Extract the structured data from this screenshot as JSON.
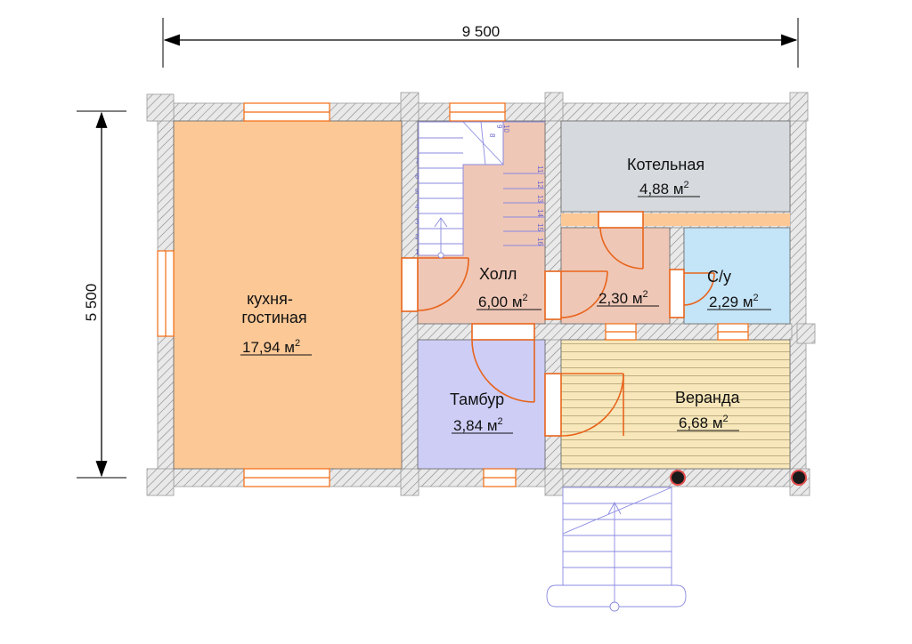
{
  "dimensions": {
    "width": "9 500",
    "height": "5 500"
  },
  "rooms": {
    "kitchen": {
      "name_line1": "кухня-",
      "name_line2": "гостиная",
      "area": "17,94",
      "unit": "м",
      "power": "2"
    },
    "hall": {
      "name": "Холл",
      "area": "6,00",
      "unit": "м",
      "power": "2"
    },
    "boiler": {
      "name": "Котельная",
      "area": "4,88",
      "unit": "м",
      "power": "2"
    },
    "corridor": {
      "area": "2,30",
      "unit": "м",
      "power": "2"
    },
    "wc": {
      "name": "С/у",
      "area": "2,29",
      "unit": "м",
      "power": "2"
    },
    "vestibule": {
      "name": "Тамбур",
      "area": "3,84",
      "unit": "м",
      "power": "2"
    },
    "veranda": {
      "name": "Веранда",
      "area": "6,68",
      "unit": "м",
      "power": "2"
    }
  },
  "stairs": {
    "left_steps": [
      "1",
      "2",
      "3",
      "4",
      "5",
      "6",
      "7"
    ],
    "top_steps": [
      "8",
      "9",
      "10"
    ],
    "right_steps": [
      "11",
      "12",
      "13",
      "14",
      "15",
      "16"
    ]
  },
  "colors": {
    "kitchen": "#fcc896",
    "hall": "#efc7b6",
    "boiler": "#d6dade",
    "wc": "#c4e4f7",
    "vestibule": "#cdcdf6",
    "veranda": "#f7e7ba",
    "wall_hatch": "#9a9a9a",
    "door": "#e8641c",
    "window": "#f26b12",
    "stair": "#8a8ae0"
  }
}
